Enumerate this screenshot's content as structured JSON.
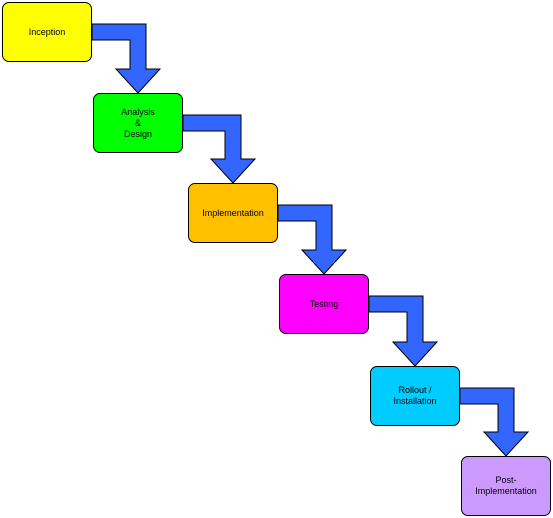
{
  "diagram": {
    "stages": [
      {
        "id": "inception",
        "label": "Inception",
        "color": "#ffff00"
      },
      {
        "id": "analysis-design",
        "label": "Analysis\n&\nDesign",
        "color": "#00ff00"
      },
      {
        "id": "implementation",
        "label": "Implementation",
        "color": "#ffc000"
      },
      {
        "id": "testing",
        "label": "Testing",
        "color": "#ff00ff"
      },
      {
        "id": "rollout-installation",
        "label": "Rollout /\nInstallation",
        "color": "#00ccff"
      },
      {
        "id": "post-implementation",
        "label": "Post-\nImplementation",
        "color": "#cc99ff"
      }
    ],
    "arrow_color": "#3366ff"
  }
}
